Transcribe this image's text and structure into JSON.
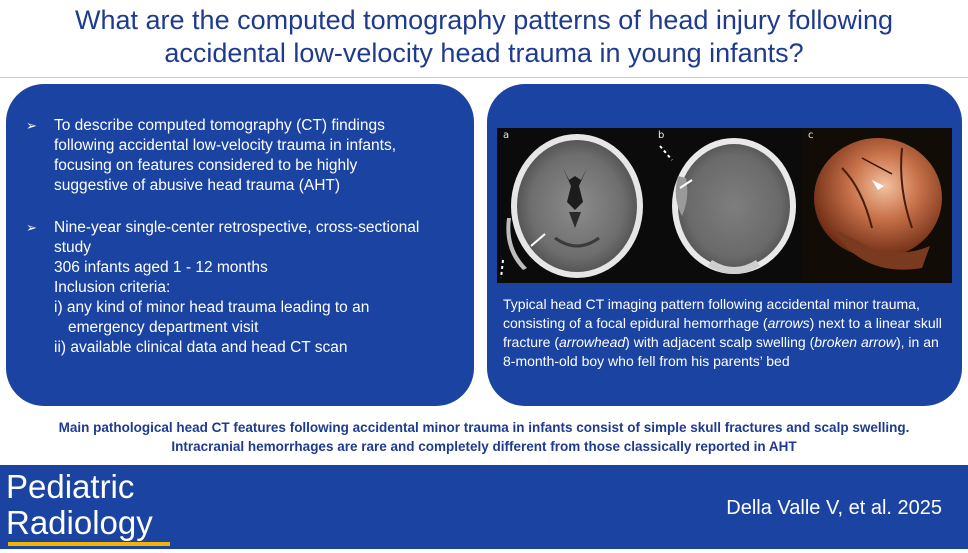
{
  "title": {
    "line1": "What are the computed tomography patterns of head injury following",
    "line2": "accidental low-velocity head trauma in young infants?"
  },
  "left_panel": {
    "bullet1": {
      "l1": "To describe computed tomography (CT) findings",
      "l2": "following accidental low-velocity trauma in infants,",
      "l3": "focusing on features considered to be highly",
      "l4": "suggestive of abusive head trauma (AHT)"
    },
    "bullet2": {
      "l1": "Nine-year single-center retrospective, cross-sectional",
      "l2": "study",
      "l3": "306 infants aged 1 - 12 months",
      "l4": "Inclusion criteria:",
      "l5": "i) any kind of minor head trauma leading to an",
      "l6": "emergency department visit",
      "l7": "ii) available clinical data and head CT scan"
    },
    "bullet_icon": "arrowhead-bullet-icon"
  },
  "right_panel": {
    "image_labels": [
      "a",
      "b",
      "c"
    ],
    "caption": {
      "p1": "Typical head CT imaging pattern following accidental minor trauma, consisting of a focal epidural hemorrhage (",
      "p2": "arrows",
      "p3": ") next to a linear skull fracture (",
      "p4": "arrowhead",
      "p5": ") with adjacent scalp swelling (",
      "p6": "broken arrow",
      "p7": "), in an 8-month-old boy who fell from his parents’ bed"
    }
  },
  "summary": {
    "line1": "Main pathological head CT features following accidental minor trauma in infants consist of simple skull fractures and scalp swelling.",
    "line2": "Intracranial hemorrhages are rare and completely different from those classically reported in AHT"
  },
  "footer": {
    "journal_line1": "Pediatric",
    "journal_line2": "Radiology",
    "citation": "Della Valle V, et al. 2025"
  },
  "colors": {
    "brand_blue": "#1a43a2",
    "title_blue": "#1f3b8f",
    "accent_yellow": "#f5b400"
  }
}
